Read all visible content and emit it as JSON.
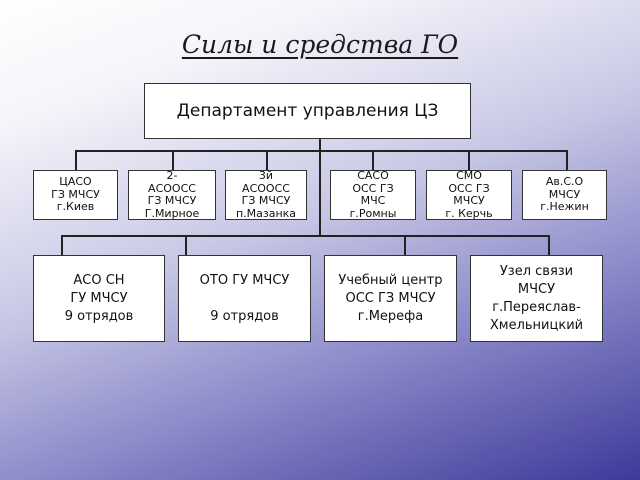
{
  "title": "Силы и средства ГО",
  "root": "Департамент управления ЦЗ",
  "mid_boxes": [
    "ЦАСО\nГЗ МЧСУ\nг.Киев",
    "2-\nАСООСС\nГЗ МЧСУ\nГ.Мирное",
    "3й\nАСООСС\nГЗ МЧСУ\nп.Мазанка",
    "САСО\nОСС ГЗ\nМЧС\nг.Ромны",
    "СМО\nОСС ГЗ\nМЧСУ\nг. Керчь",
    "Ав.С.О\nМЧСУ\nг.Нежин"
  ],
  "bottom_boxes": [
    "АСО СН\nГУ МЧСУ\n9 отрядов",
    "ОТО ГУ МЧСУ\n\n9 отрядов",
    "Учебный центр\nОСС ГЗ МЧСУ\nг.Мерефа",
    "Узел связи\nМЧСУ\nг.Переяслав-\nХмельницкий"
  ]
}
